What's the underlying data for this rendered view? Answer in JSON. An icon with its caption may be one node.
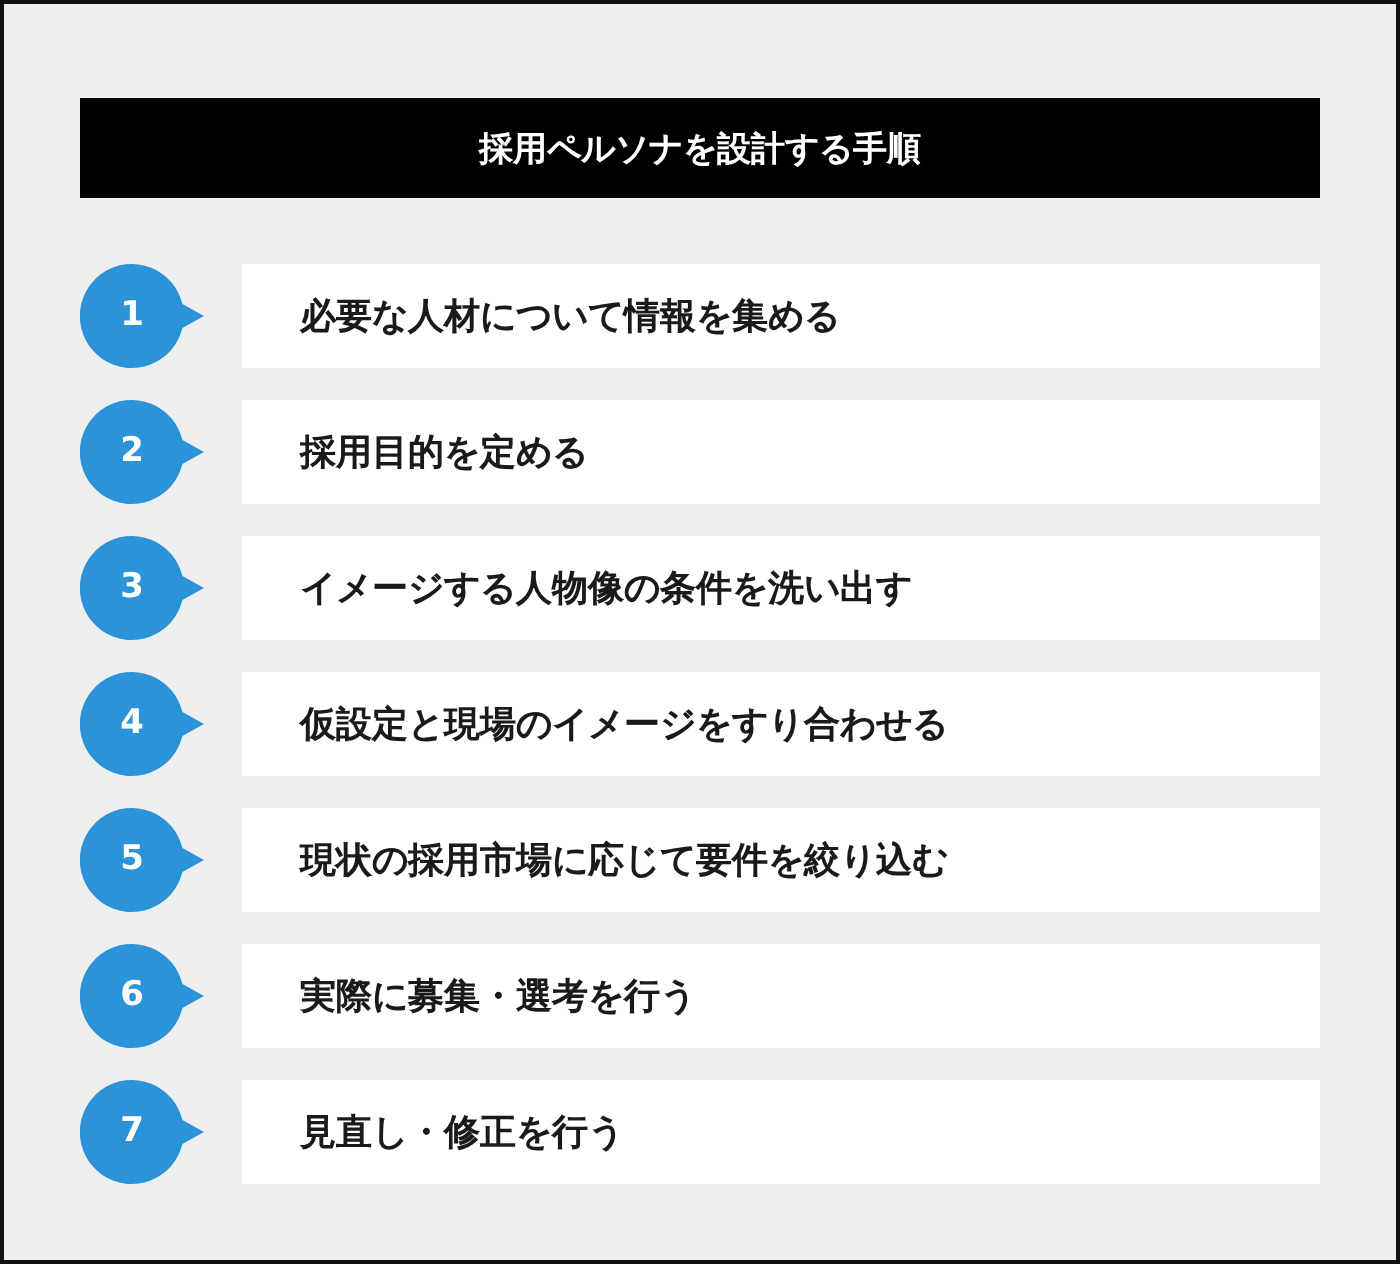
{
  "diagram": {
    "nodes": [
      {
        "text": [
          "採用ペルソナを設計する手順"
        ]
      },
      {
        "text": [
          "1"
        ]
      },
      {
        "text": [
          "必要な人材について情報を集める"
        ]
      },
      {
        "text": [
          "2"
        ]
      },
      {
        "text": [
          "採用目的を定める"
        ]
      },
      {
        "text": [
          "3"
        ]
      },
      {
        "text": [
          "イメージする人物像の条件を洗い出す"
        ]
      },
      {
        "text": [
          "4"
        ]
      },
      {
        "text": [
          "仮設定と現場のイメージをすり合わせる"
        ]
      },
      {
        "text": [
          "5"
        ]
      },
      {
        "text": [
          "現状の採用市場に応じて要件を絞り込む"
        ]
      },
      {
        "text": [
          "6"
        ]
      },
      {
        "text": [
          "実際に募集・選考を行う"
        ]
      },
      {
        "text": [
          "7"
        ]
      },
      {
        "text": [
          "見直し・修正を行う"
        ]
      }
    ]
  }
}
